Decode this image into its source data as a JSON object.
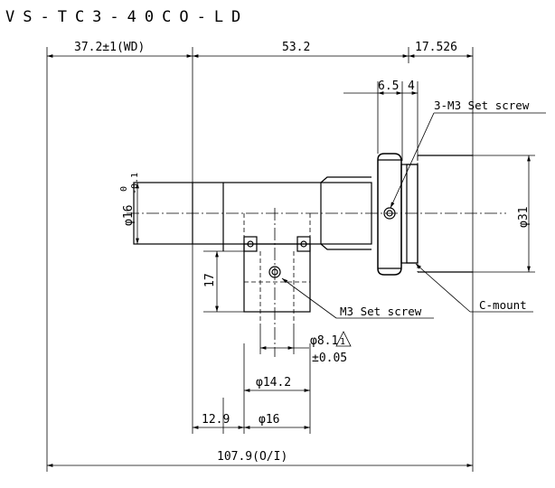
{
  "title": "VS-TC3-40CO-LD",
  "dims": {
    "wd": "37.2±1(WD)",
    "length_53": "53.2",
    "length_17526": "17.526",
    "d65": "6.5",
    "d4": "4",
    "phi16": "φ16",
    "phi16_tol": "0",
    "phi16_tol2": "-0.1",
    "phi31": "φ31",
    "v17": "17",
    "phi81": "φ8.1",
    "phi81_tol": "±0.05",
    "phi142": "φ14.2",
    "h129": "12.9",
    "phi16_bottom": "φ16",
    "total": "107.9(O/I)"
  },
  "labels": {
    "set_screw_3": "3-M3 Set screw",
    "set_screw": "M3 Set screw",
    "cmount": "C-mount",
    "caution_mark": "1"
  }
}
